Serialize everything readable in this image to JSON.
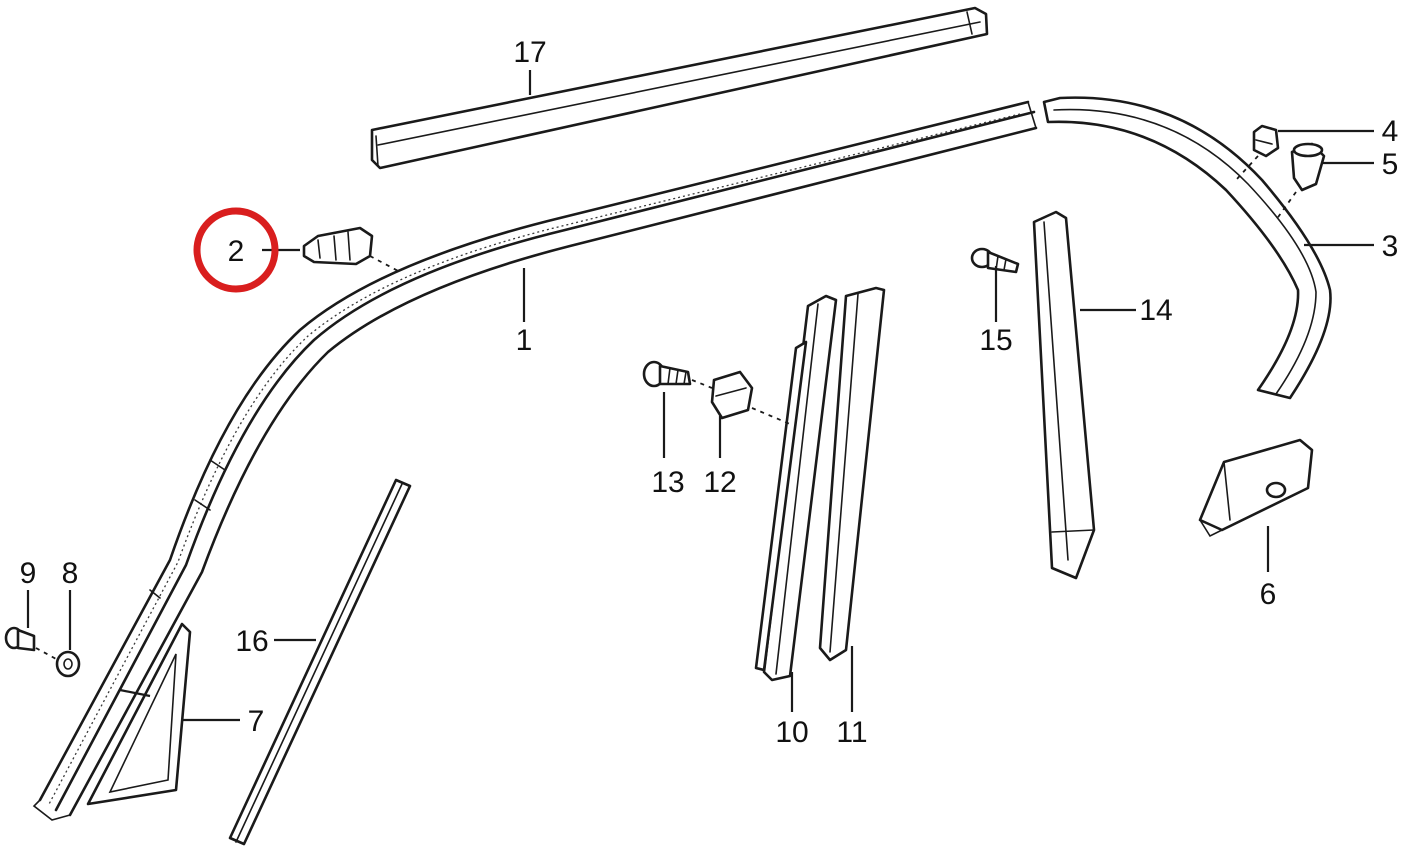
{
  "diagram": {
    "highlight_color": "#d91e1e",
    "highlighted_part": "2",
    "callouts": {
      "c1": "1",
      "c2": "2",
      "c3": "3",
      "c4": "4",
      "c5": "5",
      "c6": "6",
      "c7": "7",
      "c8": "8",
      "c9": "9",
      "c10": "10",
      "c11": "11",
      "c12": "12",
      "c13": "13",
      "c14": "14",
      "c15": "15",
      "c16": "16",
      "c17": "17"
    }
  }
}
